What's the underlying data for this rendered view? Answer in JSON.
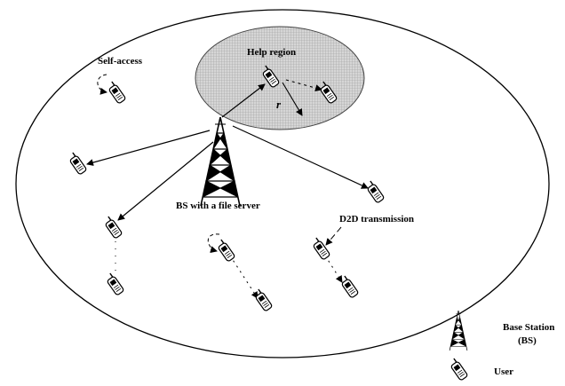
{
  "labels": {
    "self_access": "Self-access",
    "help_region": "Help region",
    "radius": "r",
    "bs": "BS with a file server",
    "d2d": "D2D transmission"
  },
  "legend": {
    "bs_line1": "Base Station",
    "bs_line2": "(BS)",
    "user": "User"
  },
  "icons": {
    "base_station": "tower-icon",
    "user": "phone-icon"
  },
  "colors": {
    "help_region_fill": "#c8c8c8",
    "stroke": "#000000",
    "highlight_user": "#5a6fa8"
  }
}
